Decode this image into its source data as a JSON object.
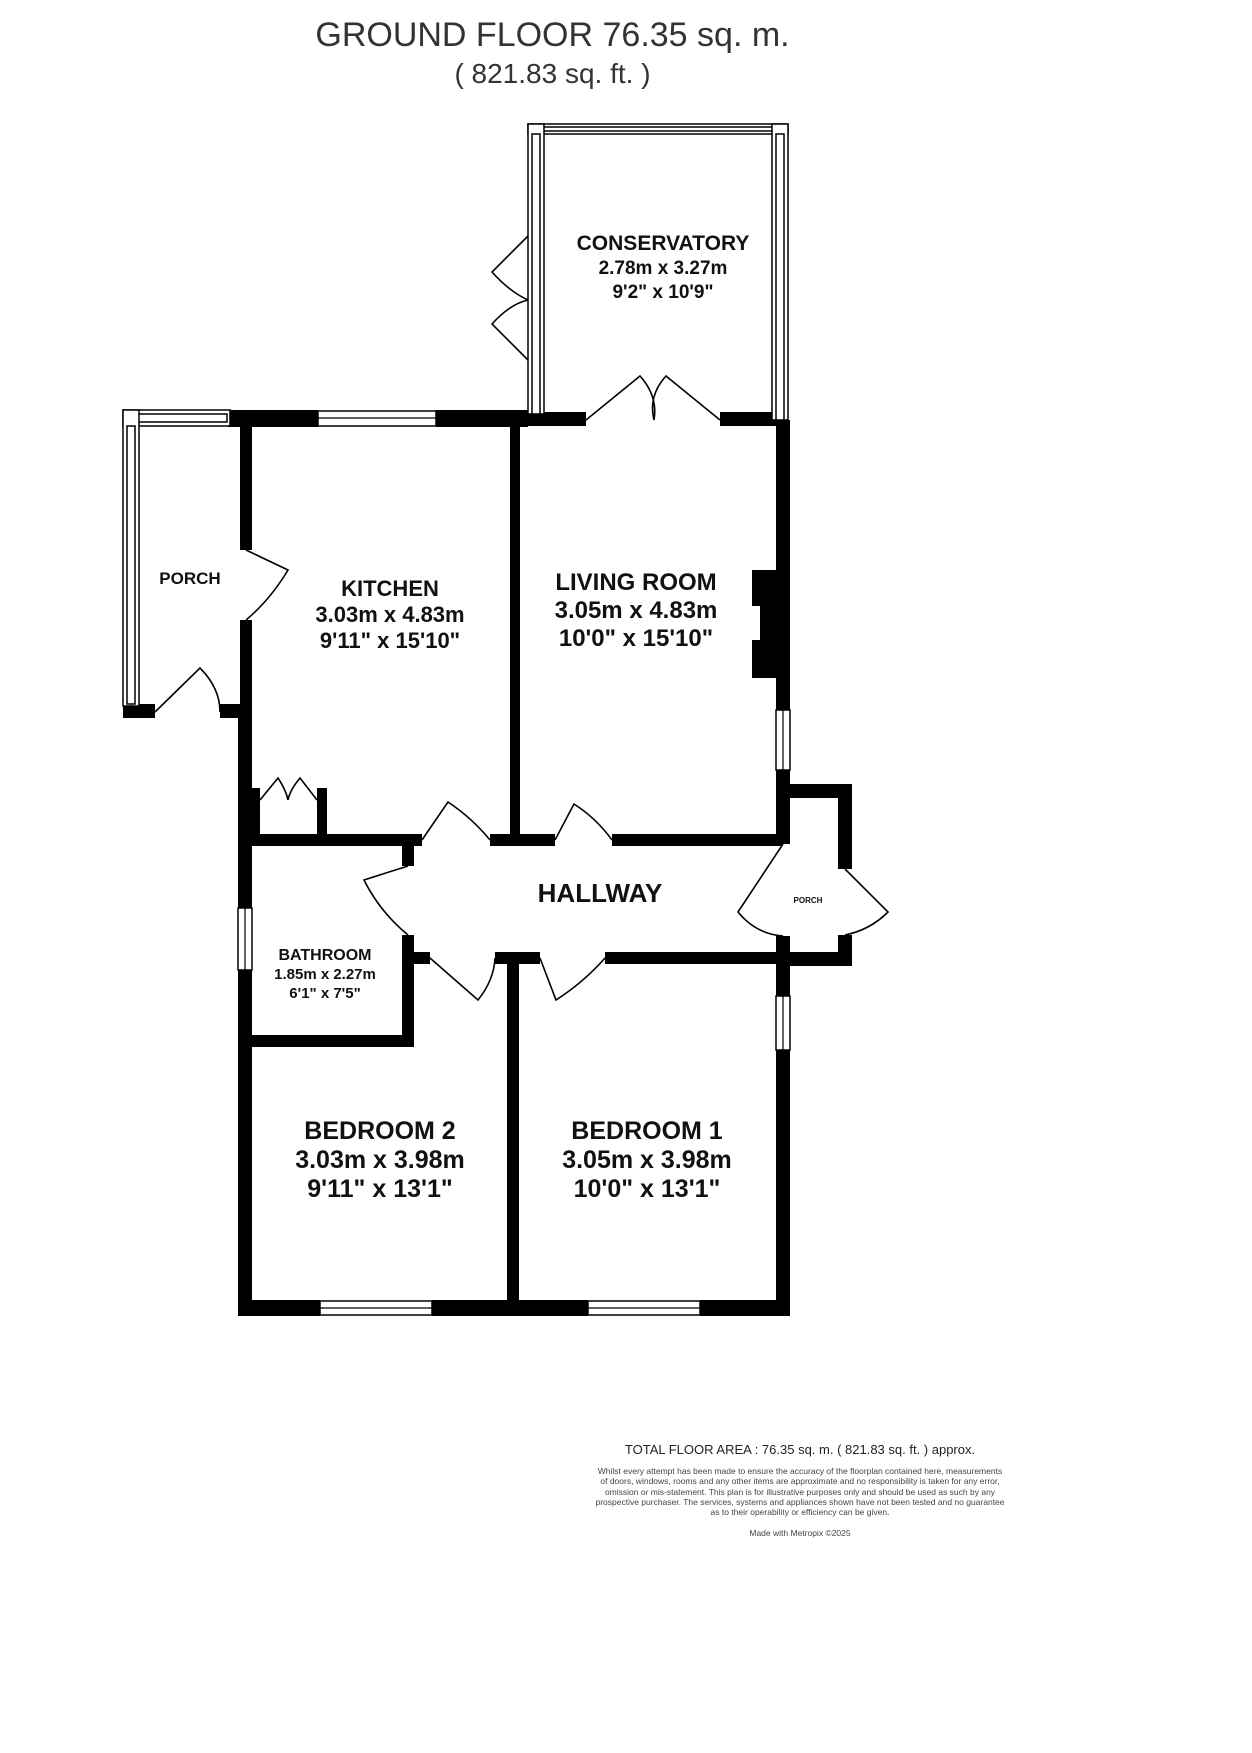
{
  "header": {
    "title": "GROUND FLOOR 76.35 sq. m.",
    "subtitle": "( 821.83 sq. ft. )"
  },
  "rooms": {
    "conservatory": {
      "name": "CONSERVATORY",
      "metric": "2.78m x 3.27m",
      "imperial": "9'2\" x 10'9\""
    },
    "kitchen": {
      "name": "KITCHEN",
      "metric": "3.03m x 4.83m",
      "imperial": "9'11\" x 15'10\""
    },
    "living_room": {
      "name": "LIVING ROOM",
      "metric": "3.05m x 4.83m",
      "imperial": "10'0\" x 15'10\""
    },
    "porch_west": {
      "name": "PORCH"
    },
    "hallway": {
      "name": "HALLWAY"
    },
    "porch_east": {
      "name": "PORCH"
    },
    "bathroom": {
      "name": "BATHROOM",
      "metric": "1.85m x 2.27m",
      "imperial": "6'1\" x 7'5\""
    },
    "bedroom_2": {
      "name": "BEDROOM 2",
      "metric": "3.03m x 3.98m",
      "imperial": "9'11\" x 13'1\""
    },
    "bedroom_1": {
      "name": "BEDROOM 1",
      "metric": "3.05m x 3.98m",
      "imperial": "10'0\" x 13'1\""
    }
  },
  "footer": {
    "total_area": "TOTAL FLOOR AREA : 76.35 sq. m. ( 821.83 sq. ft. ) approx.",
    "disclaimer_lines": [
      "Whilst every attempt has been made to ensure the accuracy of the floorplan contained here, measurements",
      "of doors, windows, rooms and any other items are approximate and no responsibility is taken for any error,",
      "omission or mis-statement. This plan is for illustrative purposes only and should be used as such by any",
      "prospective purchaser. The services, systems and appliances shown have not been tested and no guarantee",
      "as to their operability or efficiency can be given."
    ],
    "made_with": "Made with Metropix ©2025"
  },
  "colors": {
    "wall": "#000000",
    "window": "#ffffff",
    "text": "#111111"
  }
}
